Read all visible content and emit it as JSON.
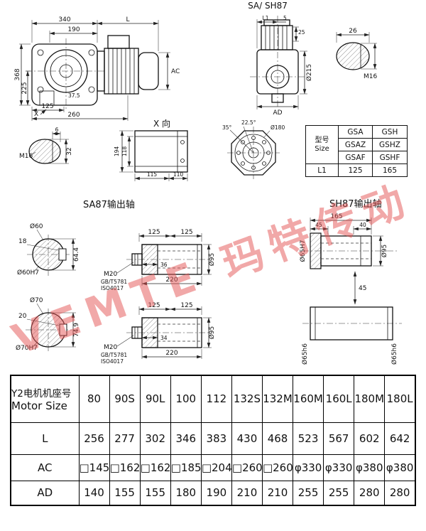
{
  "titles": {
    "side_view": "SA/ SH87",
    "x_view": "X 向",
    "sa87": "SA87输出轴",
    "sh87": "SH87输出轴"
  },
  "main_view": {
    "d340": "340",
    "d190": "190",
    "dL": "L",
    "d368": "368",
    "d225": "225",
    "d125": "125",
    "d260": "260",
    "dX": "X",
    "d37_5": "37.5",
    "dAC": "AC"
  },
  "side_view": {
    "dL1": "L1",
    "d5": "5",
    "d25": "25",
    "d215": "Ø215",
    "dAD": "AD"
  },
  "key_detail_right": {
    "d26": "26",
    "m16": "M16"
  },
  "key_detail_left": {
    "d6": "6",
    "d32": "32",
    "m16": "M16"
  },
  "x_view": {
    "d194": "194",
    "d118": "118",
    "d115": "115",
    "d110": "110"
  },
  "flange_view": {
    "a35": "35°",
    "a22_5": "22.5°",
    "d180": "Ø180"
  },
  "size_table": {
    "type_cn": "型号",
    "type_en": "Size",
    "rows": [
      [
        "GSA",
        "GSH"
      ],
      [
        "GSAZ",
        "GSHZ"
      ],
      [
        "GSAF",
        "GSHF"
      ]
    ],
    "l1": "L1",
    "l1_a": "125",
    "l1_b": "165"
  },
  "sa87": {
    "end1": {
      "dia": "Ø60",
      "key": "18",
      "h": "64.4",
      "fit": "Ø60H7"
    },
    "side1": {
      "d125a": "125",
      "d125b": "125",
      "m20": "M20",
      "std1": "GB/T5781",
      "std2": "ISO4017",
      "d36": "36",
      "d220": "220",
      "d95": "Ø95"
    },
    "end2": {
      "dia": "Ø70",
      "key": "20",
      "h": "74.9",
      "fit": "Ø70H7"
    },
    "side2": {
      "d125a": "125",
      "d125b": "125",
      "m20": "M20",
      "std1": "GB/T5781",
      "std2": "ISO4017",
      "d34": "34",
      "d220": "220",
      "d95": "Ø95"
    }
  },
  "sh87": {
    "d165": "165",
    "d45a": "45",
    "d40": "40",
    "fitH7": "Ø65H7",
    "d95": "Ø95",
    "d45b": "45",
    "fit_h6_left": "Ø65h6",
    "fit_h6_right": "Ø65h6"
  },
  "motor_table": {
    "header_cn": "Y2电机机座号",
    "header_en": "Motor Size",
    "columns": [
      "80",
      "90S",
      "90L",
      "100",
      "112",
      "132S",
      "132M",
      "160M",
      "160L",
      "180M",
      "180L"
    ],
    "rows": [
      {
        "label": "L",
        "values": [
          "256",
          "277",
          "302",
          "346",
          "383",
          "430",
          "468",
          "523",
          "567",
          "602",
          "642"
        ]
      },
      {
        "label": "AC",
        "values": [
          "□145",
          "□162",
          "□162",
          "□185",
          "□204",
          "□260",
          "□260",
          "φ330",
          "φ330",
          "φ380",
          "φ380"
        ]
      },
      {
        "label": "AD",
        "values": [
          "140",
          "155",
          "155",
          "180",
          "190",
          "210",
          "210",
          "255",
          "255",
          "280",
          "280"
        ]
      }
    ]
  },
  "watermark": "VEMTE 玛特传动"
}
